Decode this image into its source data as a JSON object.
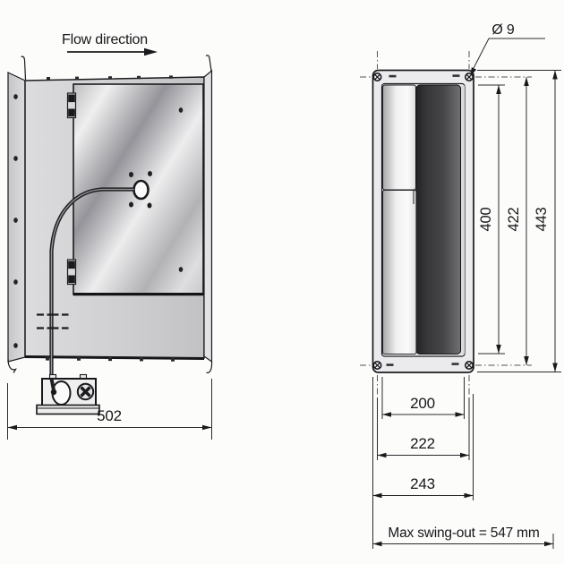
{
  "flow_direction": {
    "label": "Flow direction"
  },
  "side_view": {
    "width": "502"
  },
  "front_view": {
    "hole_diameter_label": "Ø 9",
    "inner_height": "400",
    "hole_pitch_height": "422",
    "outer_height": "443",
    "inner_width": "200",
    "hole_pitch_width": "222",
    "outer_width": "243",
    "swing_out_label": "Max swing-out = 547 mm"
  },
  "colors": {
    "line": "#1c1c1f",
    "body_gray": "#d2d2d4",
    "door_metallic_dark": "#95959a",
    "fan_dark": "#39393b",
    "background": "#fcfcfb"
  }
}
